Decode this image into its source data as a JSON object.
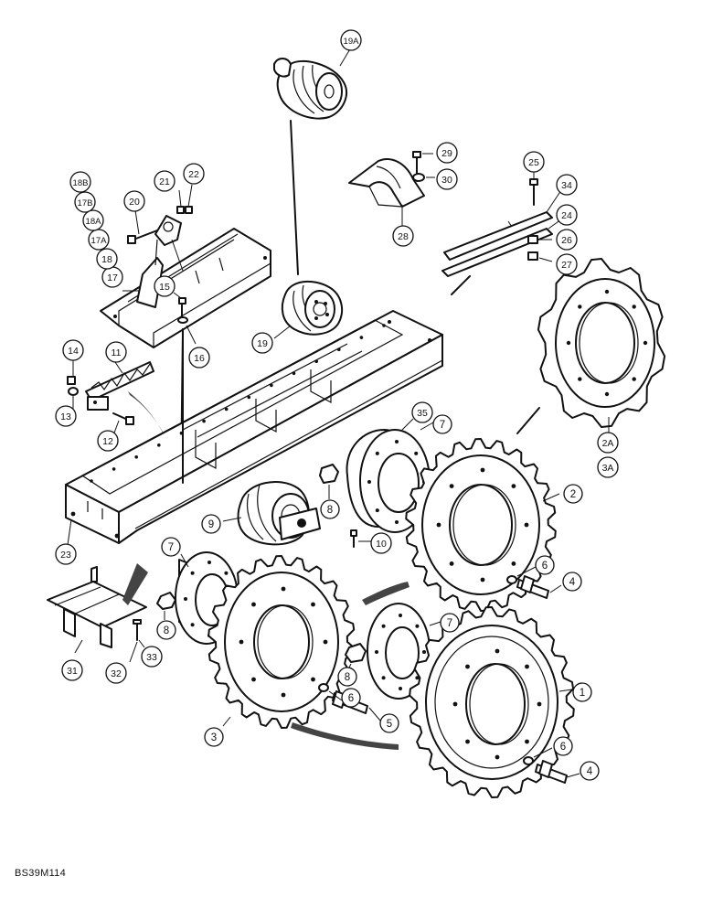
{
  "figure_code": "BS39M114",
  "callouts": [
    "1",
    "2",
    "2A",
    "3",
    "3A",
    "4",
    "5",
    "6",
    "7",
    "8",
    "9",
    "10",
    "11",
    "12",
    "13",
    "14",
    "15",
    "16",
    "17",
    "17A",
    "17B",
    "18",
    "18A",
    "18B",
    "19",
    "19A",
    "20",
    "21",
    "22",
    "23",
    "24",
    "25",
    "26",
    "27",
    "28",
    "29",
    "30",
    "31",
    "32",
    "33",
    "34",
    "35"
  ]
}
